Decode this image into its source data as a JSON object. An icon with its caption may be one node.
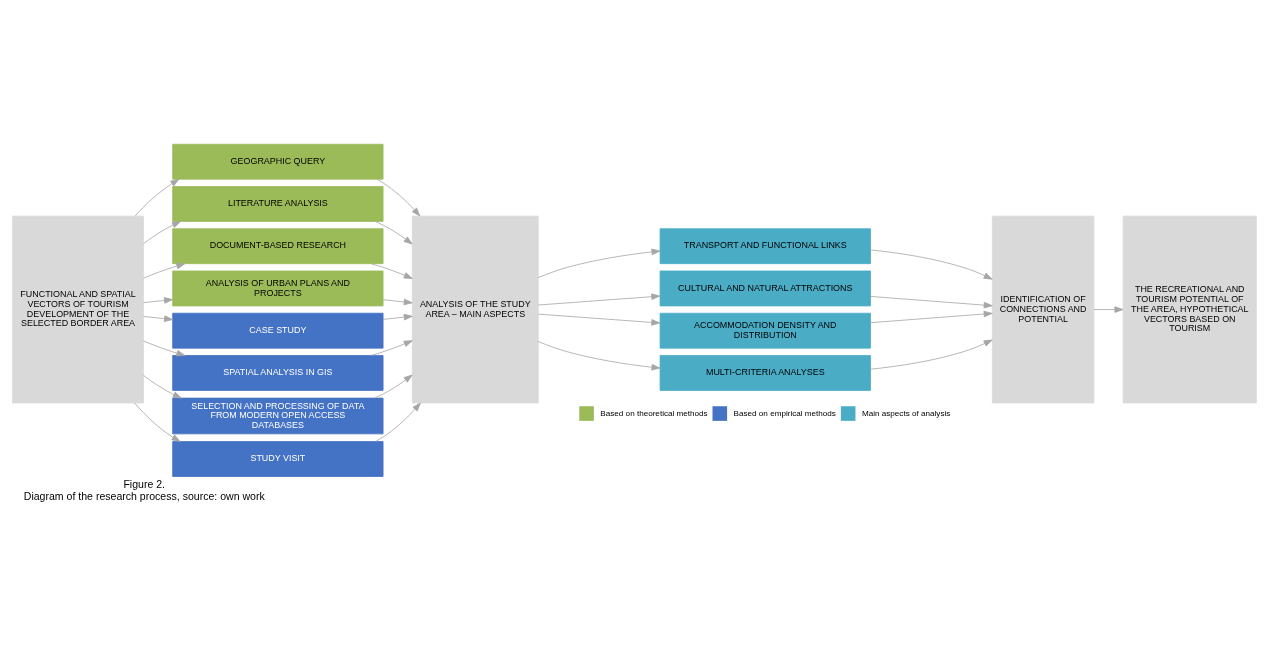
{
  "diagram": {
    "title": "Figure 2.",
    "caption": "Diagram of the research process, source: own work",
    "nodes": [
      {
        "text": [
          "FUNCTIONAL AND SPATIAL VECTORS OF TOURISM DEVELOPMENT OF THE SELECTED BORDER AREA"
        ]
      },
      {
        "text": [
          "GEOGRAPHIC QUERY"
        ]
      },
      {
        "text": [
          "LITERATURE ANALYSIS"
        ]
      },
      {
        "text": [
          "DOCUMENT-BASED RESEARCH"
        ]
      },
      {
        "text": [
          "ANALYSIS OF URBAN PLANS AND PROJECTS"
        ]
      },
      {
        "text": [
          "CASE STUDY"
        ]
      },
      {
        "text": [
          "SPATIAL ANALYSIS IN GIS"
        ]
      },
      {
        "text": [
          "SELECTION AND PROCESSING OF DATA FROM MODERN OPEN ACCESS DATABASES"
        ]
      },
      {
        "text": [
          "STUDY VISIT"
        ]
      },
      {
        "text": [
          "ANALYSIS OF THE STUDY AREA – MAIN ASPECTS"
        ]
      },
      {
        "text": [
          "TRANSPORT AND FUNCTIONAL LINKS"
        ]
      },
      {
        "text": [
          "CULTURAL AND NATURAL ATTRACTIONS"
        ]
      },
      {
        "text": [
          "ACCOMMODATION DENSITY AND DISTRIBUTION"
        ]
      },
      {
        "text": [
          "MULTI-CRITERIA ANALYSES"
        ]
      },
      {
        "text": [
          "IDENTIFICATION OF CONNECTIONS AND POTENTIAL"
        ]
      },
      {
        "text": [
          "THE RECREATIONAL AND TOURISM POTENTIAL OF THE AREA, HYPOTHETICAL VECTORS BASED ON TOURISM"
        ]
      }
    ],
    "edges": [
      {
        "from": 0,
        "to": 1,
        "arrow": "to"
      },
      {
        "from": 0,
        "to": 2,
        "arrow": "to"
      },
      {
        "from": 0,
        "to": 3,
        "arrow": "to"
      },
      {
        "from": 0,
        "to": 4,
        "arrow": "to"
      },
      {
        "from": 0,
        "to": 5,
        "arrow": "to"
      },
      {
        "from": 0,
        "to": 6,
        "arrow": "to"
      },
      {
        "from": 0,
        "to": 7,
        "arrow": "to"
      },
      {
        "from": 0,
        "to": 8,
        "arrow": "to"
      },
      {
        "from": 1,
        "to": 9,
        "arrow": "to"
      },
      {
        "from": 2,
        "to": 9,
        "arrow": "to"
      },
      {
        "from": 3,
        "to": 9,
        "arrow": "to"
      },
      {
        "from": 4,
        "to": 9,
        "arrow": "to"
      },
      {
        "from": 5,
        "to": 9,
        "arrow": "to"
      },
      {
        "from": 6,
        "to": 9,
        "arrow": "to"
      },
      {
        "from": 7,
        "to": 9,
        "arrow": "to"
      },
      {
        "from": 8,
        "to": 9,
        "arrow": "to"
      },
      {
        "from": 9,
        "to": 10,
        "arrow": "to"
      },
      {
        "from": 9,
        "to": 11,
        "arrow": "to"
      },
      {
        "from": 9,
        "to": 12,
        "arrow": "to"
      },
      {
        "from": 9,
        "to": 13,
        "arrow": "to"
      },
      {
        "from": 10,
        "to": 14,
        "arrow": "to"
      },
      {
        "from": 11,
        "to": 14,
        "arrow": "to"
      },
      {
        "from": 12,
        "to": 14,
        "arrow": "to"
      },
      {
        "from": 13,
        "to": 14,
        "arrow": "to"
      },
      {
        "from": 14,
        "to": 15,
        "arrow": "to"
      }
    ],
    "legend": [
      {
        "text": "Based on theoretical methods",
        "color": "#9bbb59"
      },
      {
        "text": "Based on empirical methods",
        "color": "#4472c4"
      },
      {
        "text": "Main aspects of analysis",
        "color": "#4bacc6"
      }
    ]
  }
}
